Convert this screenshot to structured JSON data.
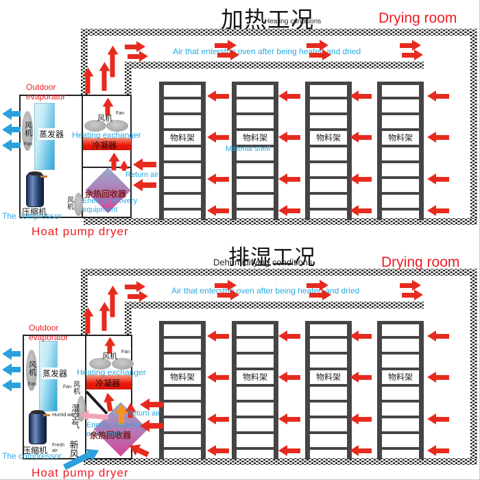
{
  "titles": {
    "heating_cn": "加热工况",
    "heating_en": "Heating conditions",
    "dehumid_cn": "排湿工况",
    "dehumid_en": "Dehumidifying conditions",
    "drying_room": "Drying room"
  },
  "air": {
    "inlet": "Air that entersthe oven after being heated and dried",
    "return_air": "Return air"
  },
  "unit": {
    "outdoor_evaporator": "Outdoor evaporator",
    "fan_cn": "风机",
    "fan_en": "Fan",
    "evaporator_cn": "蒸发器",
    "heating_exchanger": "Heating exchanger",
    "condenser_cn": "冷凝器",
    "compressor_cn": "压缩机",
    "compressor_en": "The compressor",
    "heat_recovery_cn": "余热回收器",
    "energy_recovery_en": "Energy recovery equipment",
    "heat_pump_dryer": "Hoat pump dryer",
    "humid_air_cn": "湿空气",
    "humid_air_en": "Humid air",
    "fresh_air_cn": "新风",
    "fresh_air_en": "Fresh air"
  },
  "shelf": {
    "cn": "物料架",
    "en": "Material shelf"
  },
  "colors": {
    "arrow_red": "#e62b1e",
    "arrow_blue": "#2aa0dc",
    "arrow_orange": "#f7941d",
    "arrow_pink": "#f2a2b6",
    "text_red": "#ed1c24",
    "text_cyan": "#29a9e1"
  }
}
